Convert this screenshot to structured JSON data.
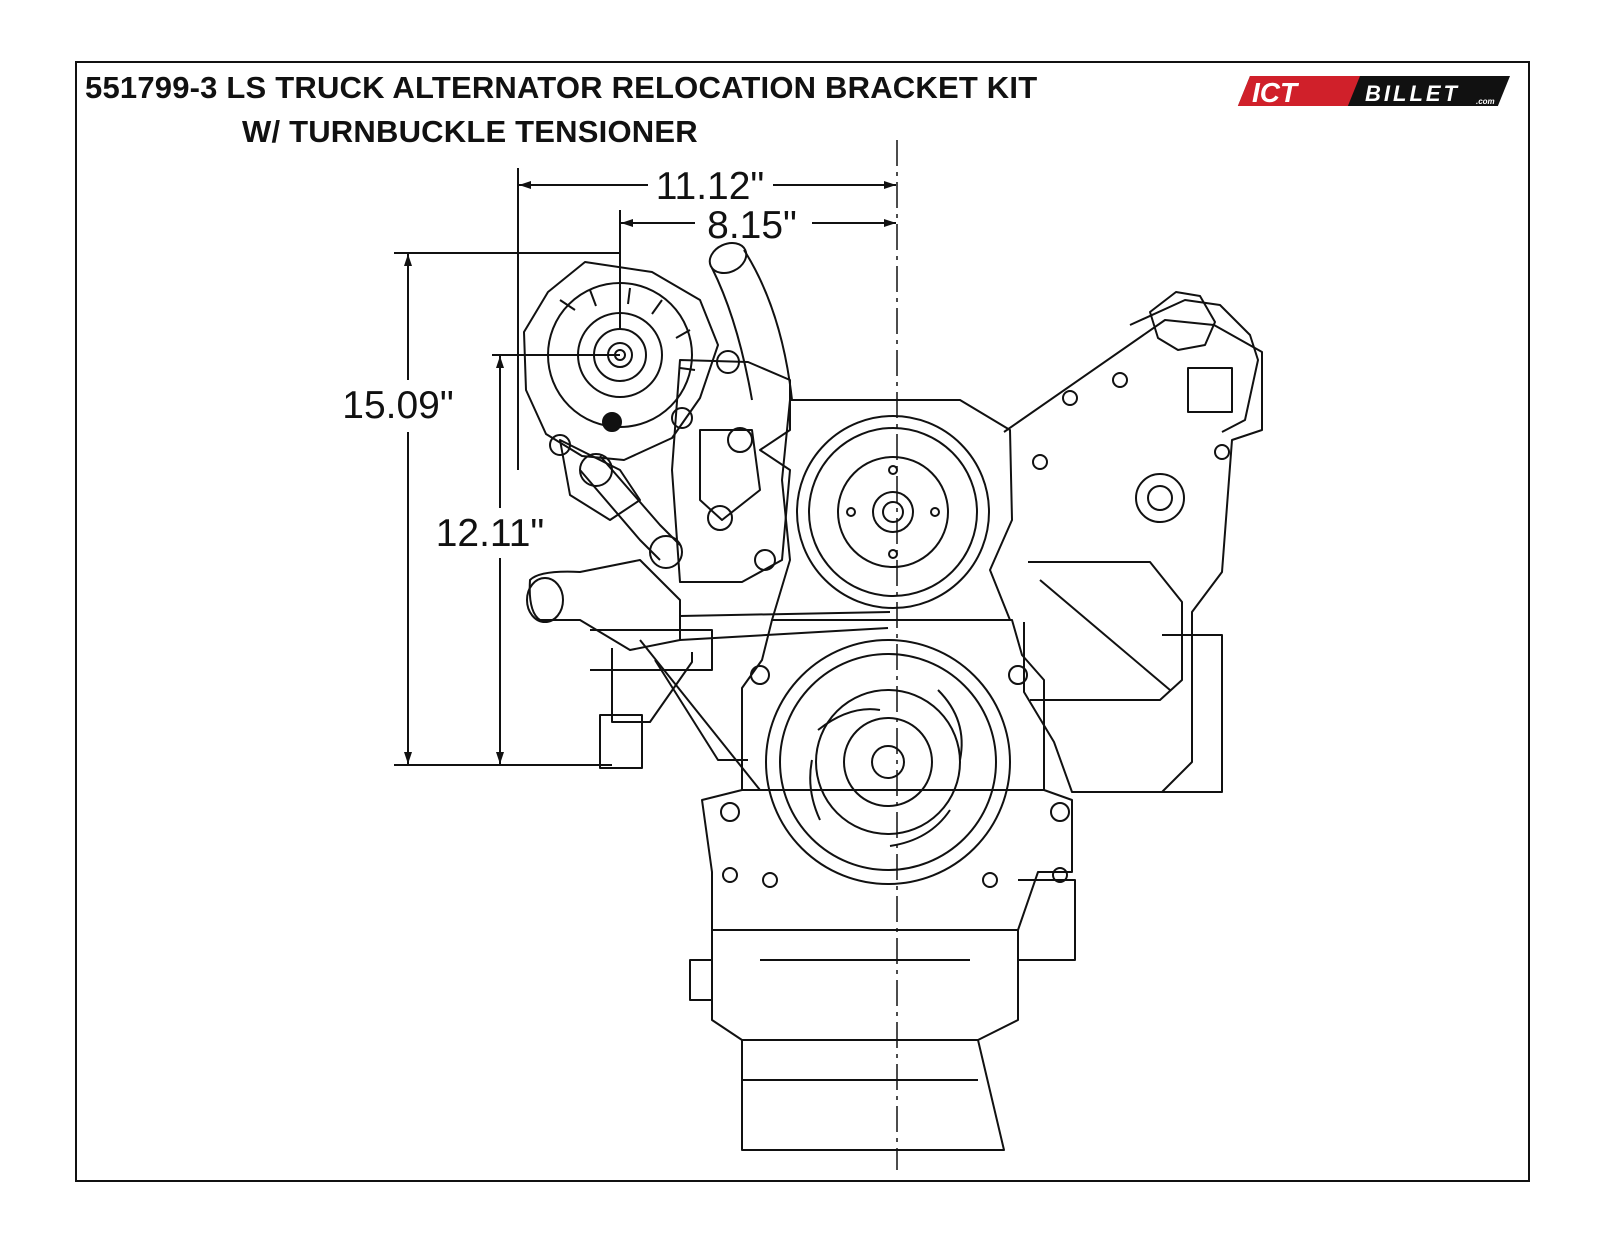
{
  "title": {
    "line1": "551799-3 LS TRUCK ALTERNATOR RELOCATION BRACKET KIT",
    "line2": "W/ TURNBUCKLE TENSIONER"
  },
  "logo": {
    "text_ict": "ICT",
    "text_billet": "BILLET",
    "text_com": ".com",
    "colors": {
      "red": "#d0202a",
      "black": "#111111"
    }
  },
  "dimensions": {
    "overall_width": "11.12\"",
    "alternator_offset": "8.15\"",
    "overall_height": "15.09\"",
    "alternator_height": "12.11\""
  },
  "colors": {
    "line": "#111111",
    "background": "#ffffff"
  }
}
